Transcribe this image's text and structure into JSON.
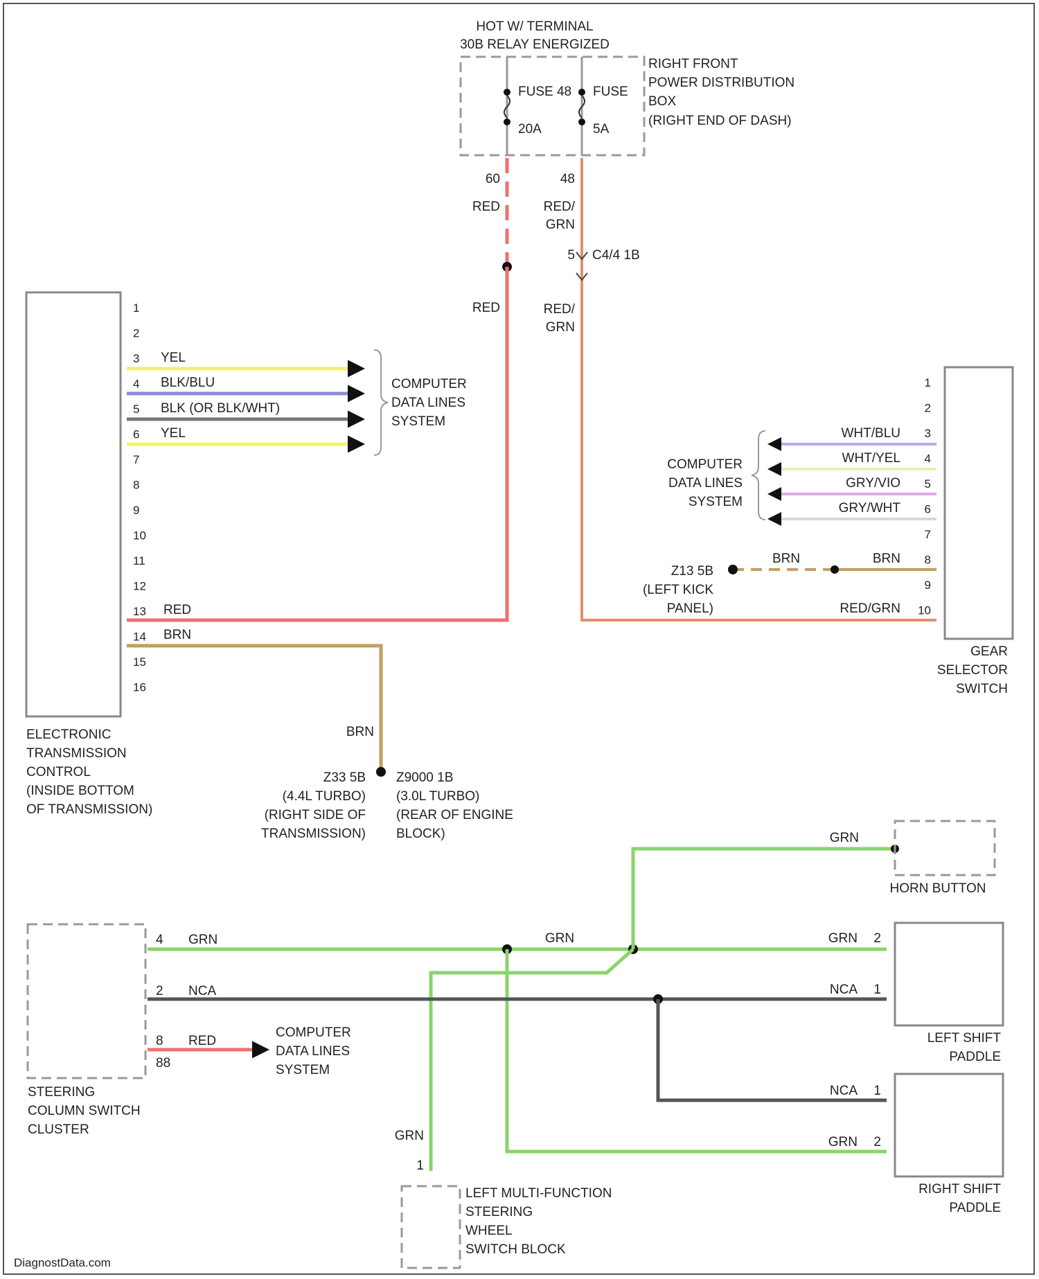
{
  "power": {
    "hot_label_1": "HOT W/ TERMINAL",
    "hot_label_2": "30B RELAY ENERGIZED",
    "fuse_a_label": "FUSE 48",
    "fuse_a_rating": "20A",
    "fuse_b_label": "FUSE",
    "fuse_b_rating": "5A",
    "box_label": [
      "RIGHT FRONT",
      "POWER DISTRIBUTION",
      "BOX",
      "(RIGHT END OF DASH)"
    ],
    "pin_a": "60",
    "pin_b": "48",
    "wire_a": "RED",
    "wire_b_1": "RED/",
    "wire_b_2": "GRN",
    "conn_pin": "5",
    "conn_label": "C4/4 1B",
    "wire_a2": "RED",
    "wire_b2_1": "RED/",
    "wire_b2_2": "GRN"
  },
  "etc": {
    "pins": [
      "1",
      "2",
      "3",
      "4",
      "5",
      "6",
      "7",
      "8",
      "9",
      "10",
      "11",
      "12",
      "13",
      "14",
      "15",
      "16"
    ],
    "wires": {
      "p3": "YEL",
      "p4": "BLK/BLU",
      "p5": "BLK (OR BLK/WHT)",
      "p6": "YEL",
      "p13": "RED",
      "p14": "BRN"
    },
    "data_lines": [
      "COMPUTER",
      "DATA LINES",
      "SYSTEM"
    ],
    "label": [
      "ELECTRONIC",
      "TRANSMISSION",
      "CONTROL",
      "(INSIDE BOTTOM",
      "OF TRANSMISSION)"
    ],
    "ground_wire": "BRN",
    "ground_left": [
      "Z33 5B",
      "(4.4L TURBO)",
      "(RIGHT SIDE OF",
      "TRANSMISSION)"
    ],
    "ground_right": [
      "Z9000 1B",
      "(3.0L TURBO)",
      "(REAR OF ENGINE",
      "BLOCK)"
    ]
  },
  "gear": {
    "pins": [
      "1",
      "2",
      "3",
      "4",
      "5",
      "6",
      "7",
      "8",
      "9",
      "10"
    ],
    "wires": {
      "p3": "WHT/BLU",
      "p4": "WHT/YEL",
      "p5": "GRY/VIO",
      "p6": "GRY/WHT",
      "p8a": "BRN",
      "p8b": "BRN",
      "p10": "RED/GRN"
    },
    "data_lines": [
      "COMPUTER",
      "DATA LINES",
      "SYSTEM"
    ],
    "ground": [
      "Z13 5B",
      "(LEFT KICK",
      "PANEL)"
    ],
    "label": [
      "GEAR",
      "SELECTOR",
      "SWITCH"
    ]
  },
  "steering": {
    "label": [
      "STEERING",
      "COLUMN SWITCH",
      "CLUSTER"
    ],
    "pin_4": "4",
    "pin_2": "2",
    "pin_8": "8",
    "pin_88": "88",
    "wire_4": "GRN",
    "wire_2": "NCA",
    "wire_8": "RED",
    "data_lines": [
      "COMPUTER",
      "DATA LINES",
      "SYSTEM"
    ],
    "wire_mid": "GRN",
    "horn_wire": "GRN",
    "horn_label": "HORN BUTTON",
    "lsp_wire_2": "GRN",
    "lsp_pin_2": "2",
    "lsp_wire_1": "NCA",
    "lsp_pin_1": "1",
    "lsp_label": [
      "LEFT SHIFT",
      "PADDLE"
    ],
    "rsp_wire_1": "NCA",
    "rsp_pin_1": "1",
    "rsp_wire_2": "GRN",
    "rsp_pin_2": "2",
    "rsp_label": [
      "RIGHT SHIFT",
      "PADDLE"
    ],
    "mf_wire": "GRN",
    "mf_pin": "1",
    "mf_label": [
      "LEFT MULTI-FUNCTION",
      "STEERING",
      "WHEEL",
      "SWITCH BLOCK"
    ]
  },
  "footer": "DiagnostData.com",
  "colors": {
    "yel": "#f5f06a",
    "blkblu": "#8a8ad8",
    "blk": "#777777",
    "red": "#f07070",
    "redgrn": "#e0906a",
    "brn": "#c0a060",
    "grn": "#8ad46a",
    "whtblu": "#b8a8f0",
    "whtyel": "#e8f0b0",
    "gryvio": "#e0a8e8",
    "grywht": "#d8d8d8",
    "nca": "#555555"
  }
}
